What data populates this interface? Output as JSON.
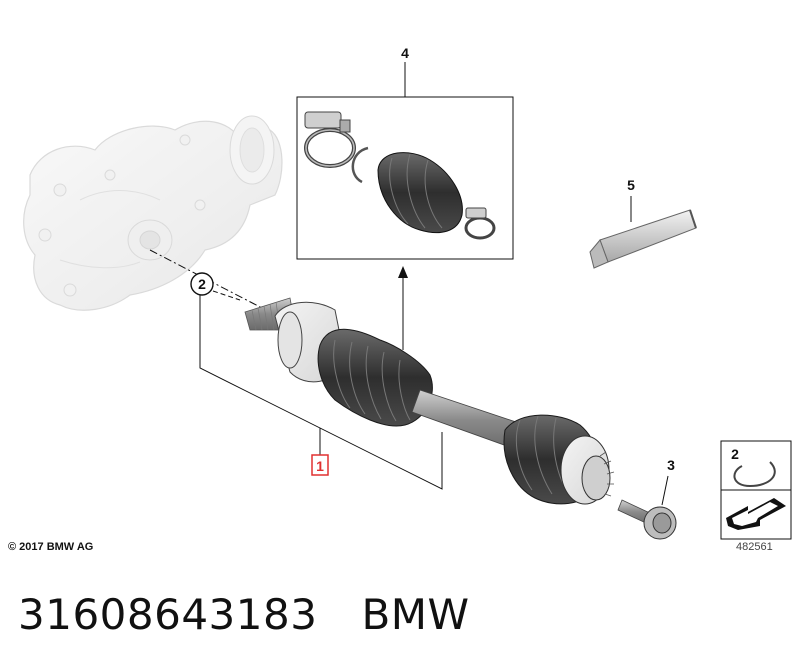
{
  "callouts": {
    "c1": "1",
    "c2": "2",
    "c3": "3",
    "c4": "4",
    "c5": "5",
    "legend_ref": "2"
  },
  "copyright": "© 2017 BMW AG",
  "diagram_number": "482561",
  "part_number": "31608643183",
  "brand": "BMW",
  "colors": {
    "line": "#111111",
    "highlight": "#e03030",
    "housing": "#e8e8e8",
    "boot": "#3a3a3a",
    "shaft": "#9a9a9a"
  }
}
